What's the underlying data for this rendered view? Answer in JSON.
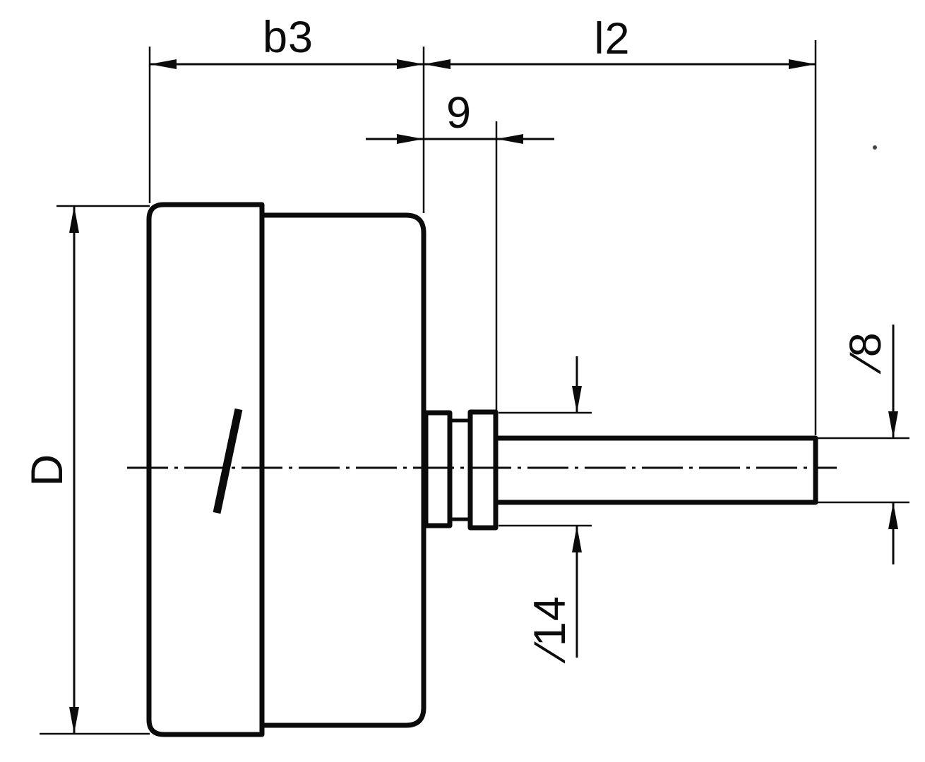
{
  "labels": {
    "body_width": "b3",
    "stem_length": "l2",
    "neck_length": "9",
    "body_diameter": "D",
    "flange_diameter": "∕14",
    "stem_diameter": "∕8"
  },
  "colors": {
    "line": "#0b0b0b",
    "background": "#ffffff"
  }
}
